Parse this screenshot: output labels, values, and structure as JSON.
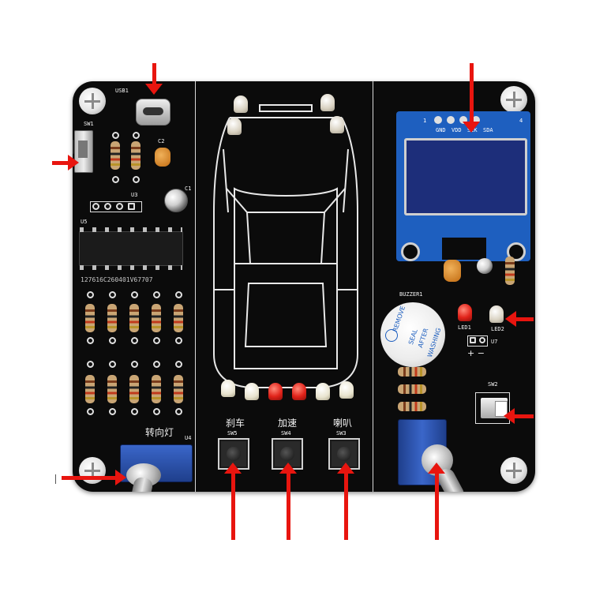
{
  "board": {
    "usb_label": "USB1",
    "sw1_label": "SW1",
    "c2_label": "C2",
    "c1_label": "C1",
    "u3_label": "U3",
    "u5_label": "U5",
    "chip_code": "127616C260401V67707",
    "turn_signal_label": "转向灯",
    "u4_label": "U4",
    "brake_label": "刹车",
    "accel_label": "加速",
    "horn_label": "喇叭",
    "sw5_label": "SW5",
    "sw4_label": "SW4",
    "sw3_label": "SW3",
    "oled_pins": [
      "GND",
      "VDD",
      "SCK",
      "SDA"
    ],
    "oled_pin_1": "1",
    "oled_pin_4": "4",
    "buzzer_label": "BUZZER1",
    "buzzer_text": [
      "REMOVE",
      "SEAL",
      "AFTER",
      "WASHING"
    ],
    "led1_label": "LED1",
    "led2_label": "LED2",
    "u7_label": "U7",
    "sw2_label": "SW2",
    "plus_minus": "+ −"
  },
  "colors": {
    "pcb": "#0b0b0b",
    "silkscreen": "#f2f2f2",
    "arrow": "#e8150f",
    "oled_screen": "#1d2e7a",
    "oled_pcb": "#1e5fbf",
    "toggle_body": "#2b55b8"
  }
}
